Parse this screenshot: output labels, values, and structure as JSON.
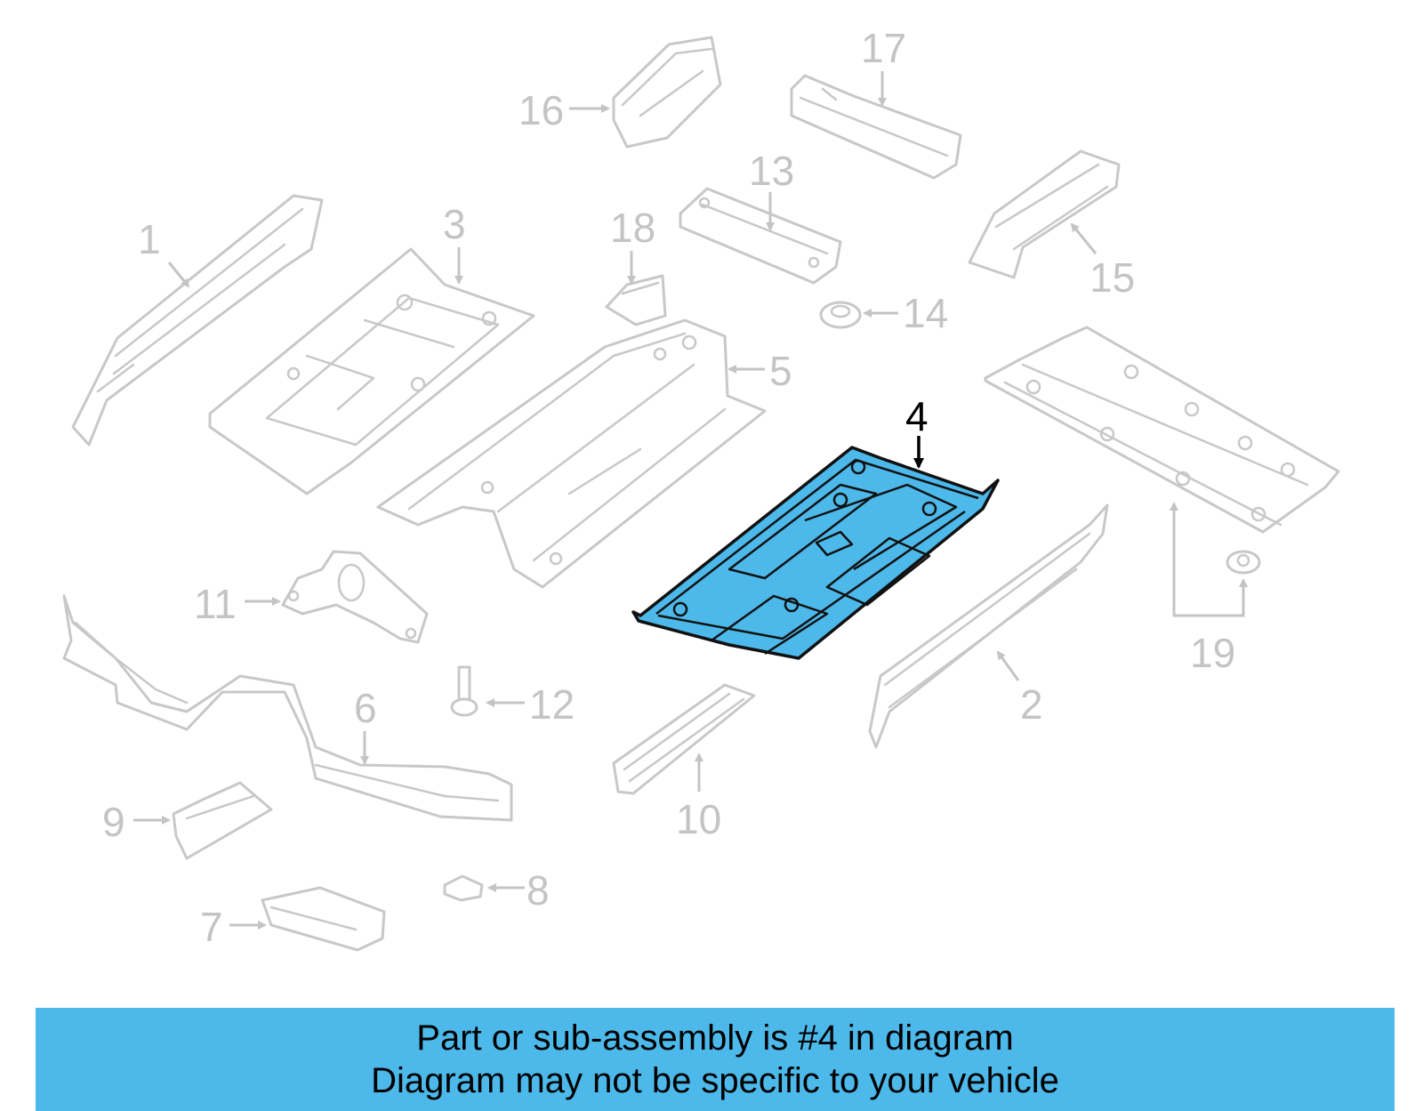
{
  "diagram": {
    "highlighted_part": "4",
    "highlight_color": "#4cb9ea",
    "callouts": [
      "1",
      "2",
      "3",
      "4",
      "5",
      "6",
      "7",
      "8",
      "9",
      "10",
      "11",
      "12",
      "13",
      "14",
      "15",
      "16",
      "17",
      "18",
      "19"
    ]
  },
  "banner": {
    "line1": "Part or sub-assembly is #4 in diagram",
    "line2": "Diagram may not be specific to your vehicle"
  }
}
